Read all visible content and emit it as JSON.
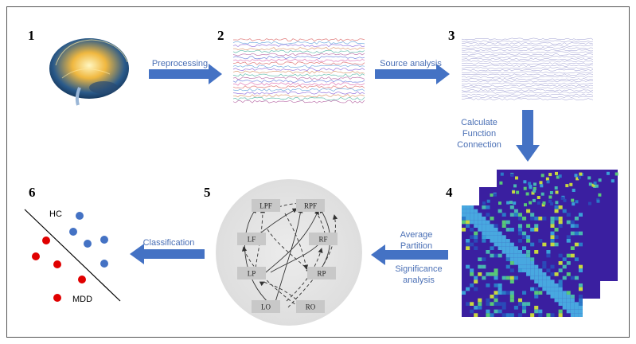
{
  "steps": [
    {
      "num": "1"
    },
    {
      "num": "2"
    },
    {
      "num": "3"
    },
    {
      "num": "4"
    },
    {
      "num": "5"
    },
    {
      "num": "6"
    }
  ],
  "arrows": {
    "preprocessing": "Preprocessing",
    "source_analysis": "Source analysis",
    "calc_line1": "Calculate",
    "calc_line2": "Function",
    "calc_line3": "Connection",
    "avg_line1": "Average",
    "avg_line2": "Partition",
    "sig_line1": "Significance",
    "sig_line2": "analysis",
    "classification": "Classification"
  },
  "network": {
    "nodes": [
      "LPF",
      "RPF",
      "LF",
      "RF",
      "LP",
      "RP",
      "LO",
      "RO"
    ]
  },
  "classifier": {
    "hc_label": "HC",
    "mdd_label": "MDD"
  },
  "colors": {
    "arrow_blue": "#4472c4",
    "label_blue": "#4a6fb5",
    "hc_dot": "#4472c4",
    "mdd_dot": "#e00000",
    "matrix_bg": "#3a1fa0"
  }
}
